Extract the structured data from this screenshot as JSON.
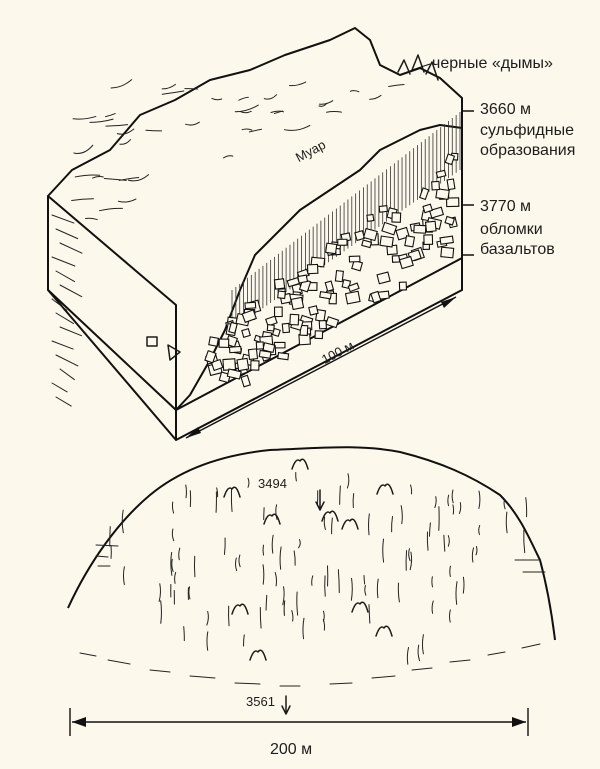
{
  "block": {
    "label_smokers": "черные «дымы»",
    "label_depth_top": "3660 м",
    "label_sulfide": [
      "сульфидные",
      "образования"
    ],
    "label_depth_mid": "3770 м",
    "label_basalt": [
      "обломки",
      "базальтов"
    ],
    "label_muar": "Муар",
    "label_scale": "100 м"
  },
  "mound": {
    "label_summit_depth": "3494",
    "label_base_depth": "3561",
    "label_scale": "200 м"
  },
  "colors": {
    "background": "#fdf8ec",
    "ink": "#1b1b1b"
  }
}
